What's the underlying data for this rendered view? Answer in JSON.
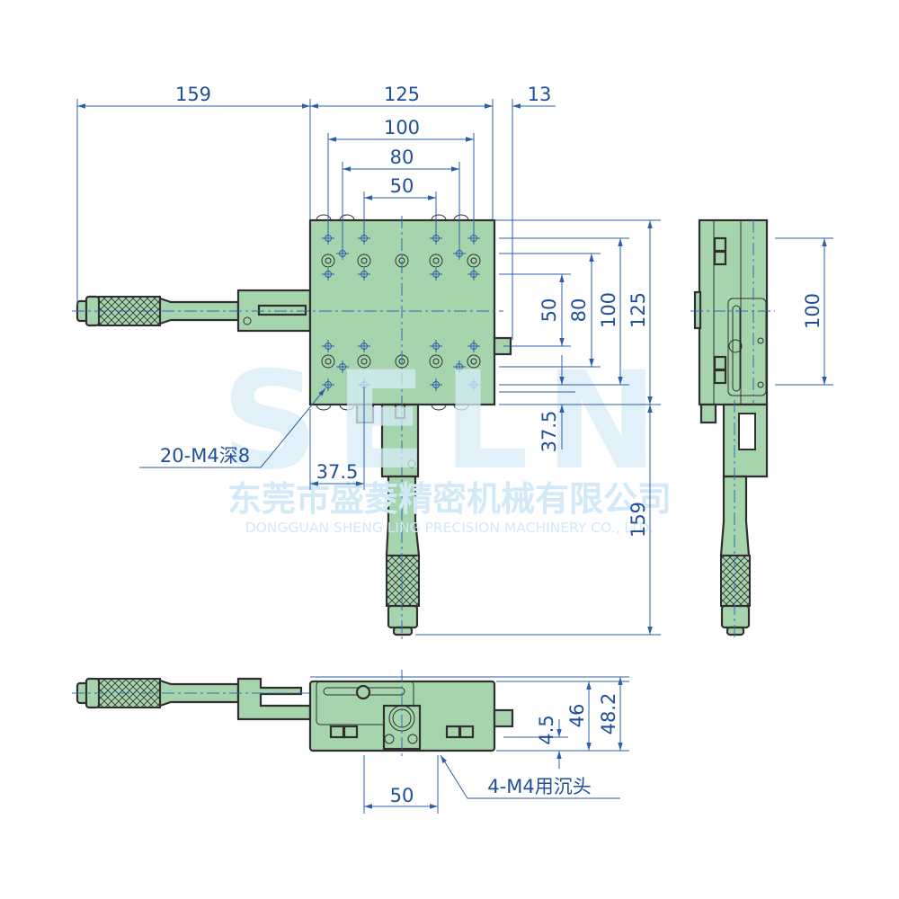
{
  "colors": {
    "body": "#a6d4ad",
    "outline": "#2f2f2f",
    "dimension": "#1f4f9a",
    "watermark": "#d2e9f7"
  },
  "watermark": {
    "logo": "SELN",
    "company_cn": "东莞市盛菱精密机械有限公司",
    "company_en": "DONGGUAN SHENG LING PRECISION MACHINERY CO., LTD."
  },
  "top_view": {
    "dims": {
      "overall_left": "159",
      "width": "125",
      "right_knob": "13",
      "hole_100": "100",
      "hole_80": "80",
      "hole_50": "50",
      "v_50": "50",
      "v_80": "80",
      "v_100": "100",
      "v_125": "125",
      "v_37_5": "37.5",
      "v_159": "159",
      "h_37_5": "37.5"
    },
    "callout": "20-M4深8"
  },
  "side_view": {
    "dims": {
      "v_100": "100"
    }
  },
  "front_view": {
    "dims": {
      "h_50": "50",
      "h_4_5": "4.5",
      "h_46": "46",
      "h_48_2": "48.2"
    },
    "callout": "4-M4用沉头"
  }
}
